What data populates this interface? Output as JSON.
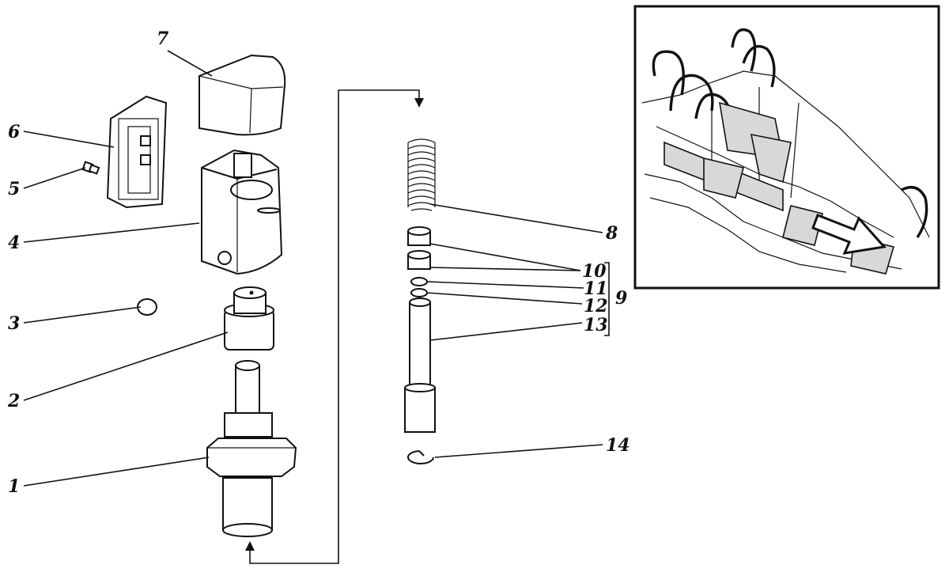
{
  "callouts": {
    "c1": "1",
    "c2": "2",
    "c3": "3",
    "c4": "4",
    "c5": "5",
    "c6": "6",
    "c7": "7",
    "c8": "8",
    "c9": "9",
    "c10": "10",
    "c11": "11",
    "c12": "12",
    "c13": "13",
    "c14": "14"
  },
  "colors": {
    "ink": "#111111",
    "background": "#ffffff",
    "shade": "#bdbdbd"
  }
}
